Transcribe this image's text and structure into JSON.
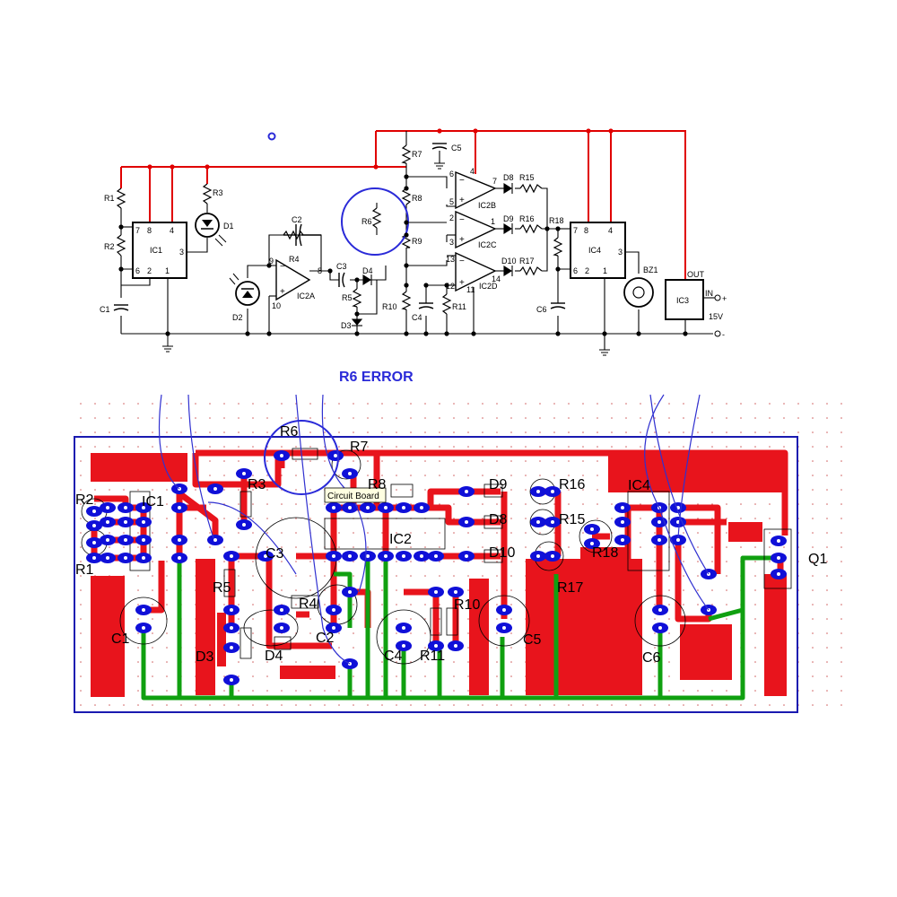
{
  "colors": {
    "schematic_wire": "#000000",
    "power_wire": "#e00000",
    "error_marker": "#2a2ad8",
    "copper": "#e8141c",
    "pad": "#1010d8",
    "ground_trace": "#10a010",
    "board_outline": "#1a1ab0",
    "airwire": "#3030d0"
  },
  "error_label": "R6 ERROR",
  "tooltip": "Circuit Board",
  "schematic": {
    "components": {
      "R1": "R1",
      "R2": "R2",
      "R3": "R3",
      "R4": "R4",
      "R5": "R5",
      "R6": "R6",
      "R7": "R7",
      "R8": "R8",
      "R9": "R9",
      "R10": "R10",
      "R11": "R11",
      "R15": "R15",
      "R16": "R16",
      "R17": "R17",
      "R18": "R18",
      "C1": "C1",
      "C2": "C2",
      "C3": "C3",
      "C4": "C4",
      "C5": "C5",
      "C6": "C6",
      "D1": "D1",
      "D2": "D2",
      "D3": "D3",
      "D4": "D4",
      "D8": "D8",
      "D9": "D9",
      "D10": "D10",
      "IC1": "IC1",
      "IC2A": "IC2A",
      "IC2B": "IC2B",
      "IC2C": "IC2C",
      "IC2D": "IC2D",
      "IC3": "IC3",
      "IC4": "IC4",
      "BZ1": "BZ1"
    },
    "pins": {
      "ic1_7": "7",
      "ic1_8": "8",
      "ic1_4": "4",
      "ic1_3": "3",
      "ic1_6": "6",
      "ic1_2": "2",
      "ic1_1": "1",
      "ic4_7": "7",
      "ic4_8": "8",
      "ic4_4": "4",
      "ic4_3": "3",
      "ic4_6": "6",
      "ic4_2": "2",
      "ic4_1": "1",
      "a_9": "9",
      "a_8": "8",
      "a_10": "10",
      "b_6": "6",
      "b_5": "5",
      "b_7": "7",
      "b_4": "4",
      "c_2": "2",
      "c_3": "3",
      "c_1": "1",
      "d_13": "13",
      "d_12": "12",
      "d_14": "14",
      "d_11": "11"
    },
    "terminals": {
      "out": "OUT",
      "in": "IN",
      "volts": "15V",
      "plus": "+",
      "minus": "-"
    }
  },
  "pcb": {
    "labels": {
      "R1": "R1",
      "R2": "R2",
      "R3": "R3",
      "R4": "R4",
      "R5": "R5",
      "R6": "R6",
      "R7": "R7",
      "R8": "R8",
      "R10": "R10",
      "R11": "R11",
      "R15": "R15",
      "R16": "R16",
      "R17": "R17",
      "R18": "R18",
      "C1": "C1",
      "C2": "C2",
      "C3": "C3",
      "C4": "C4",
      "C5": "C5",
      "C6": "C6",
      "D3": "D3",
      "D4": "D4",
      "D8": "D8",
      "D9": "D9",
      "D10": "D10",
      "IC1": "IC1",
      "IC2": "IC2",
      "IC4": "IC4",
      "Q1": "Q1"
    }
  }
}
